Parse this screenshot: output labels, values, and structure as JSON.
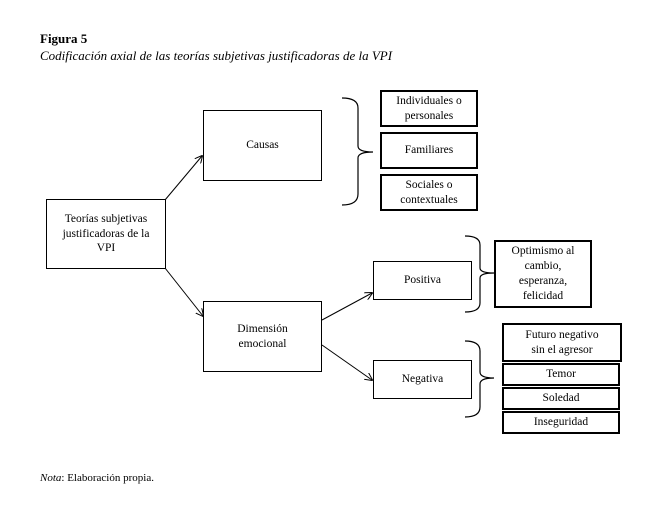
{
  "figure": {
    "label": "Figura 5",
    "caption": "Codificación axial de las teorías subjetivas justificadoras de la VPI"
  },
  "nodes": {
    "root": [
      "Teorías subjetivas",
      "justificadoras de la",
      "VPI"
    ],
    "causas": "Causas",
    "dimension": [
      "Dimensión",
      "emocional"
    ],
    "positiva": "Positiva",
    "negativa": "Negativa",
    "individuales": [
      "Individuales o",
      "personales"
    ],
    "familiares": "Familiares",
    "sociales": [
      "Sociales o",
      "contextuales"
    ],
    "optimismo": [
      "Optimismo al",
      "cambio,",
      "esperanza,",
      "felicidad"
    ],
    "futuro": [
      "Futuro negativo",
      "sin el agresor"
    ],
    "temor": "Temor",
    "soledad": "Soledad",
    "inseguridad": "Inseguridad"
  },
  "note": {
    "label": "Nota",
    "text": ":  Elaboración  propia."
  }
}
